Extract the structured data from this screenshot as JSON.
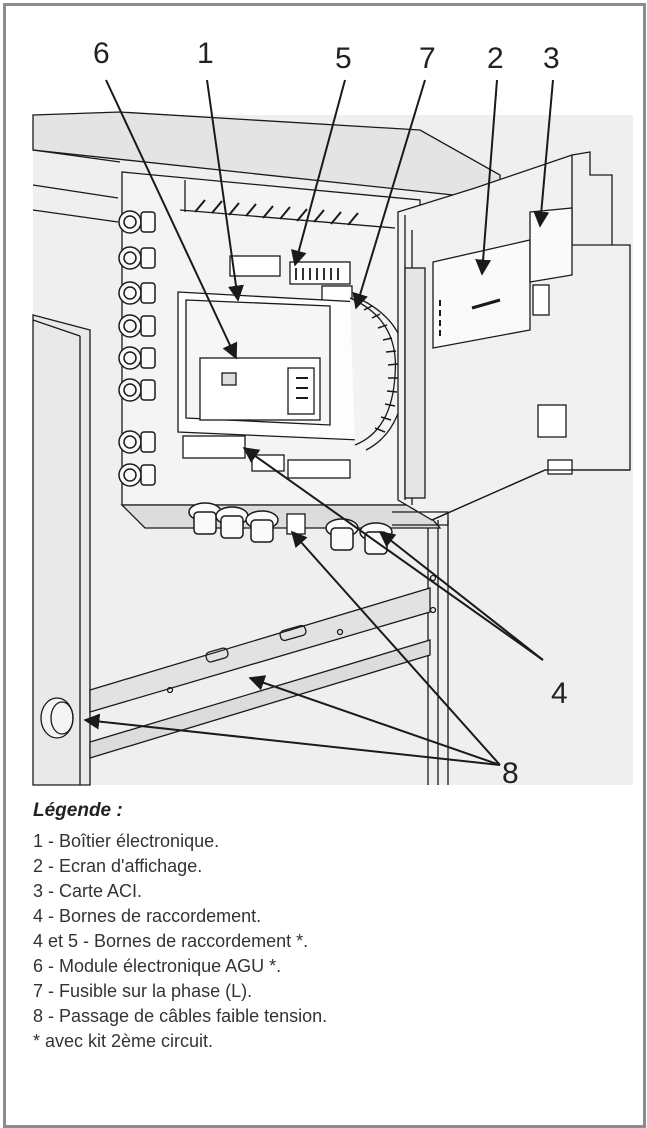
{
  "callouts": [
    {
      "id": "callout-6",
      "label": "6"
    },
    {
      "id": "callout-1",
      "label": "1"
    },
    {
      "id": "callout-5",
      "label": "5"
    },
    {
      "id": "callout-7",
      "label": "7"
    },
    {
      "id": "callout-2",
      "label": "2"
    },
    {
      "id": "callout-3",
      "label": "3"
    },
    {
      "id": "callout-4",
      "label": "4"
    },
    {
      "id": "callout-8",
      "label": "8"
    }
  ],
  "legend": {
    "title": "Légende :",
    "items": [
      "1 - Boîtier électronique.",
      "2 - Ecran d'affichage.",
      "3 - Carte ACI.",
      "4 - Bornes de raccordement.",
      "4 et 5 - Bornes de raccordement *.",
      "6 - Module électronique AGU *.",
      "7 - Fusible sur la phase (L).",
      "8 - Passage de câbles faible tension.",
      "*  avec  kit 2ème circuit."
    ]
  },
  "colors": {
    "frame": "#8c8c8c",
    "line": "#1a1a1a",
    "panel": "#ececec",
    "panel_shade": "#d6d6d6"
  }
}
